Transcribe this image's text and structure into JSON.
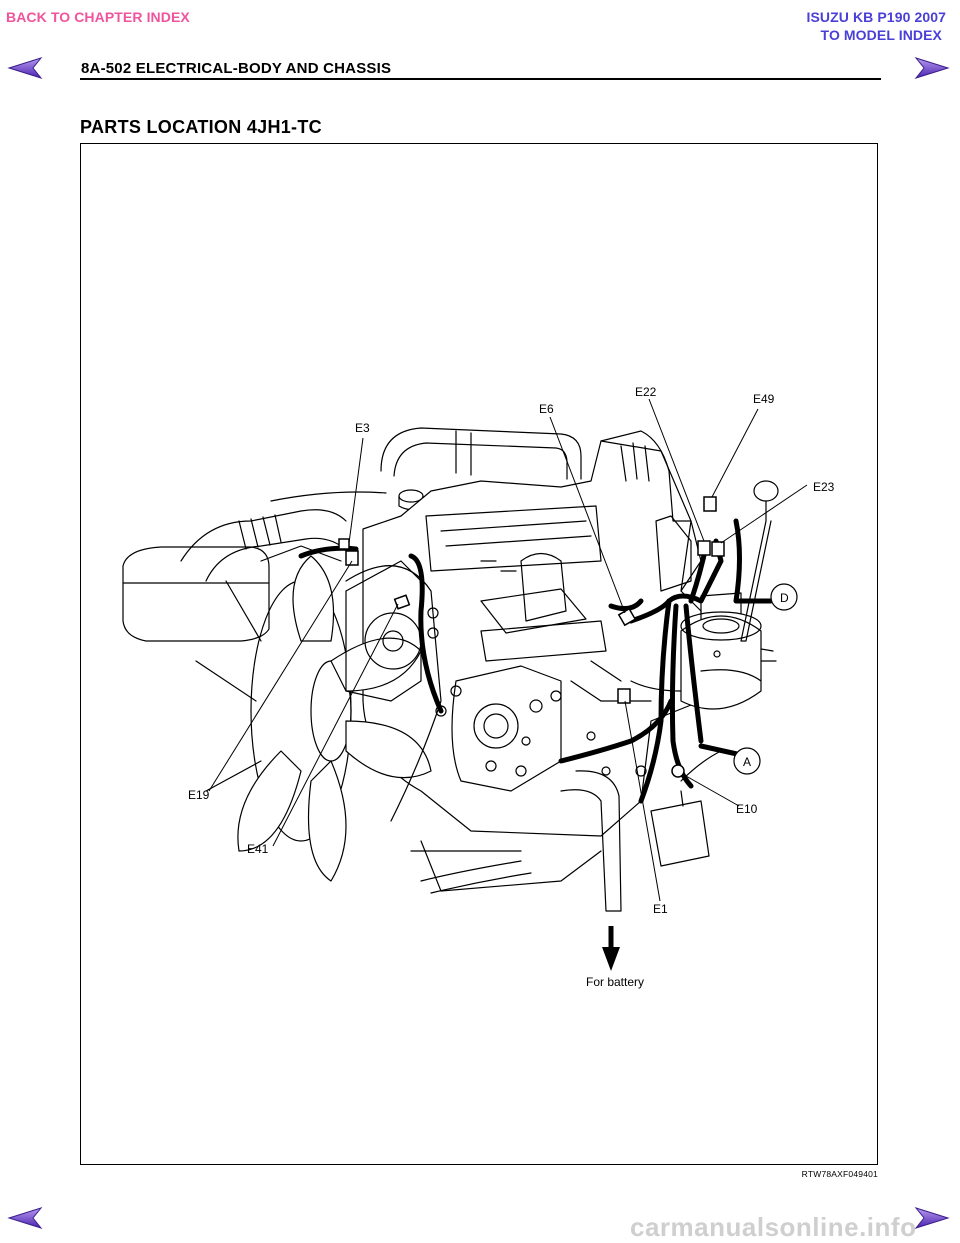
{
  "nav": {
    "back_to_chapter": "BACK TO CHAPTER INDEX",
    "model_title": "ISUZU KB P190 2007",
    "to_model_index": "TO MODEL INDEX",
    "link_color_pink": "#f0549c",
    "link_color_blue": "#4a3fd6",
    "arrow_color": "#6a3fc8",
    "prev_icon": "arrow-left",
    "next_icon": "arrow-right"
  },
  "header": {
    "page_title": "8A-502  ELECTRICAL-BODY AND CHASSIS"
  },
  "section": {
    "title": "PARTS LOCATION 4JH1-TC"
  },
  "figure": {
    "callouts": {
      "e3": "E3",
      "e6": "E6",
      "e22": "E22",
      "e49": "E49",
      "e23": "E23",
      "d": "D",
      "a": "A",
      "e10": "E10",
      "e19": "E19",
      "e41": "E41",
      "e1": "E1",
      "for_battery": "For battery"
    },
    "code": "RTW78AXF049401"
  },
  "footer": {
    "watermark": "carmanualsonline.info"
  }
}
